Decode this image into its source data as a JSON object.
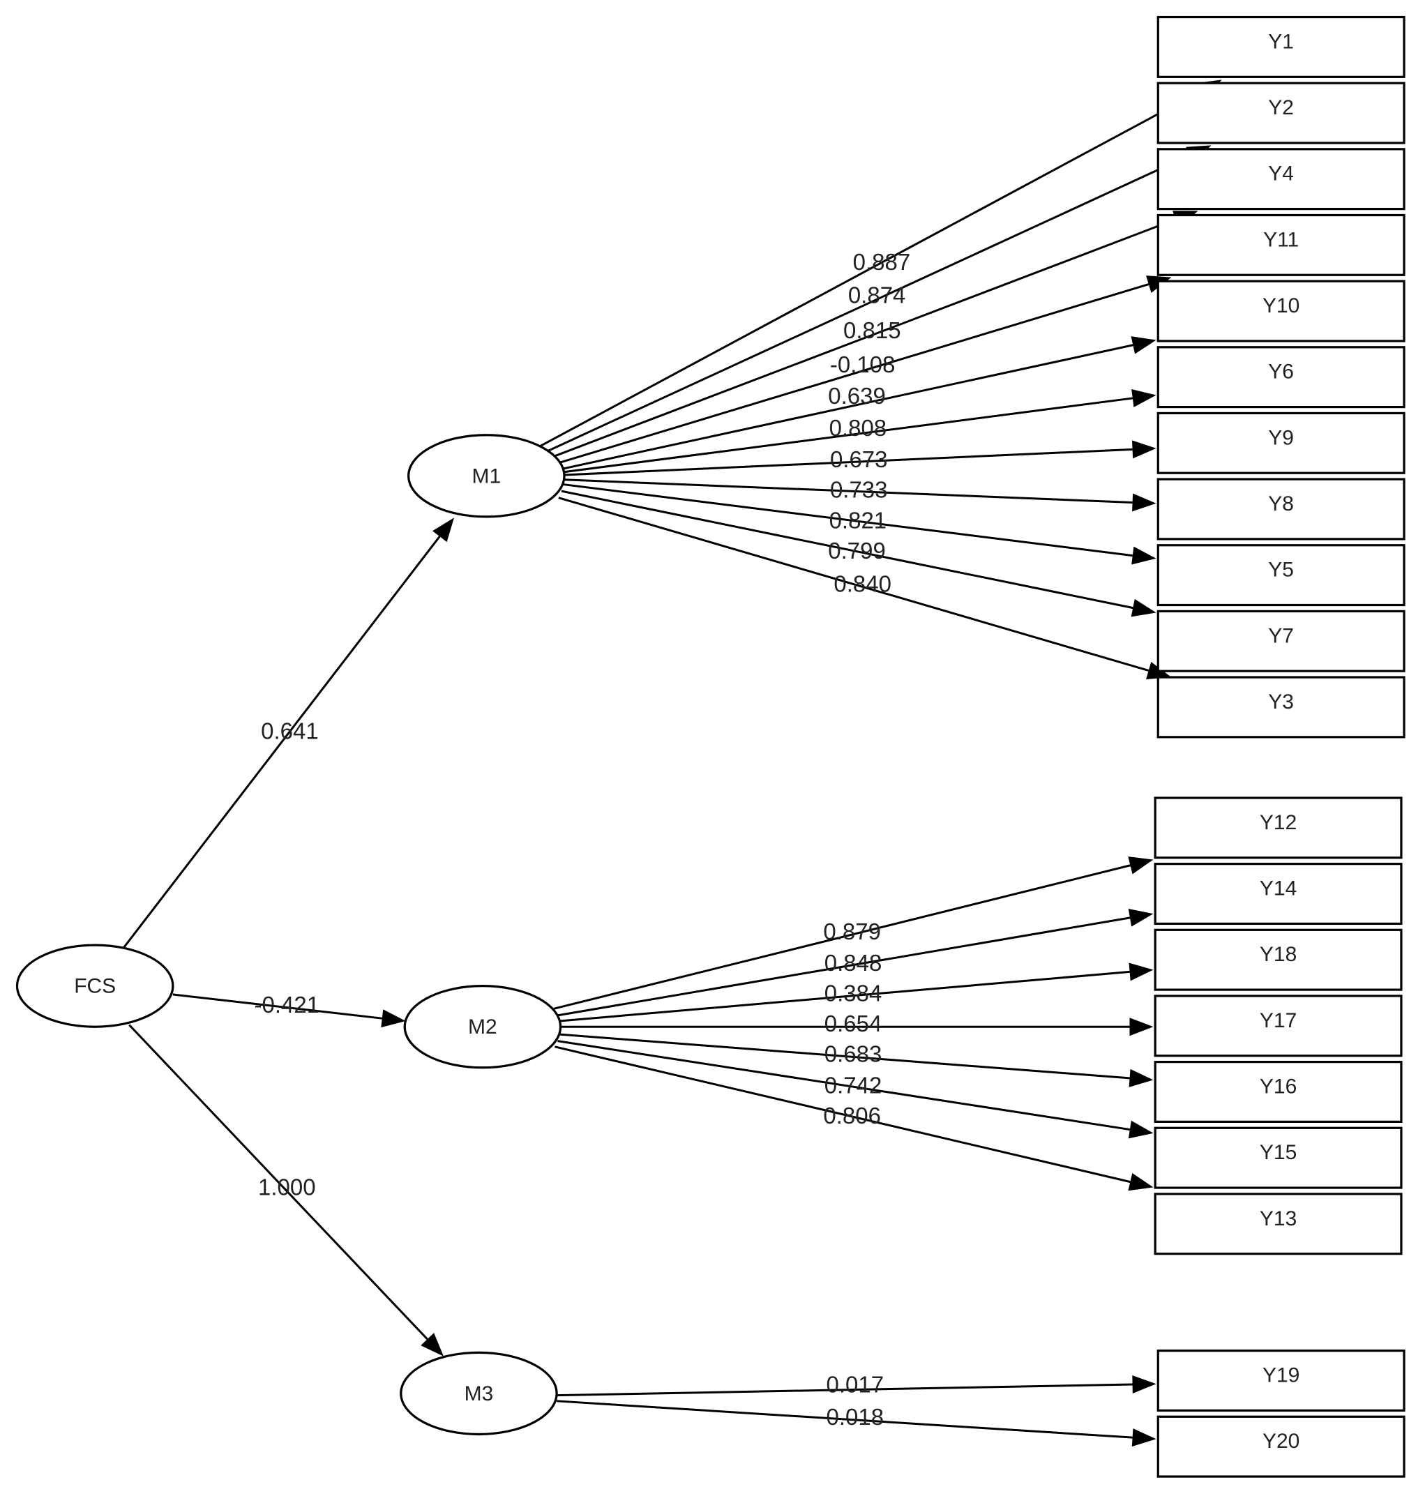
{
  "nodes": {
    "FCS": "FCS",
    "M1": "M1",
    "M2": "M2",
    "M3": "M3",
    "Y1": "Y1",
    "Y2": "Y2",
    "Y3": "Y3",
    "Y4": "Y4",
    "Y5": "Y5",
    "Y6": "Y6",
    "Y7": "Y7",
    "Y8": "Y8",
    "Y9": "Y9",
    "Y10": "Y10",
    "Y11": "Y11",
    "Y12": "Y12",
    "Y13": "Y13",
    "Y14": "Y14",
    "Y15": "Y15",
    "Y16": "Y16",
    "Y17": "Y17",
    "Y18": "Y18",
    "Y19": "Y19",
    "Y20": "Y20"
  },
  "edges": [
    {
      "from": "FCS",
      "to": "M1",
      "label": "0.641"
    },
    {
      "from": "FCS",
      "to": "M2",
      "label": "-0.421"
    },
    {
      "from": "FCS",
      "to": "M3",
      "label": "1.000"
    },
    {
      "from": "M1",
      "to": "Y1",
      "label": "0.887"
    },
    {
      "from": "M1",
      "to": "Y2",
      "label": "0.874"
    },
    {
      "from": "M1",
      "to": "Y4",
      "label": "0.815"
    },
    {
      "from": "M1",
      "to": "Y11",
      "label": "-0.108"
    },
    {
      "from": "M1",
      "to": "Y10",
      "label": "0.639"
    },
    {
      "from": "M1",
      "to": "Y6",
      "label": "0.808"
    },
    {
      "from": "M1",
      "to": "Y9",
      "label": "0.673"
    },
    {
      "from": "M1",
      "to": "Y8",
      "label": "0.733"
    },
    {
      "from": "M1",
      "to": "Y5",
      "label": "0.821"
    },
    {
      "from": "M1",
      "to": "Y7",
      "label": "0.799"
    },
    {
      "from": "M1",
      "to": "Y3",
      "label": "0.840"
    },
    {
      "from": "M2",
      "to": "Y12",
      "label": "0.879"
    },
    {
      "from": "M2",
      "to": "Y14",
      "label": "0.848"
    },
    {
      "from": "M2",
      "to": "Y18",
      "label": "0.384"
    },
    {
      "from": "M2",
      "to": "Y17",
      "label": "0.654"
    },
    {
      "from": "M2",
      "to": "Y16",
      "label": "0.683"
    },
    {
      "from": "M2",
      "to": "Y15",
      "label": "0.742"
    },
    {
      "from": "M2",
      "to": "Y13",
      "label": "0.806"
    },
    {
      "from": "M3",
      "to": "Y19",
      "label": "0.017"
    },
    {
      "from": "M3",
      "to": "Y20",
      "label": "0.018"
    }
  ]
}
